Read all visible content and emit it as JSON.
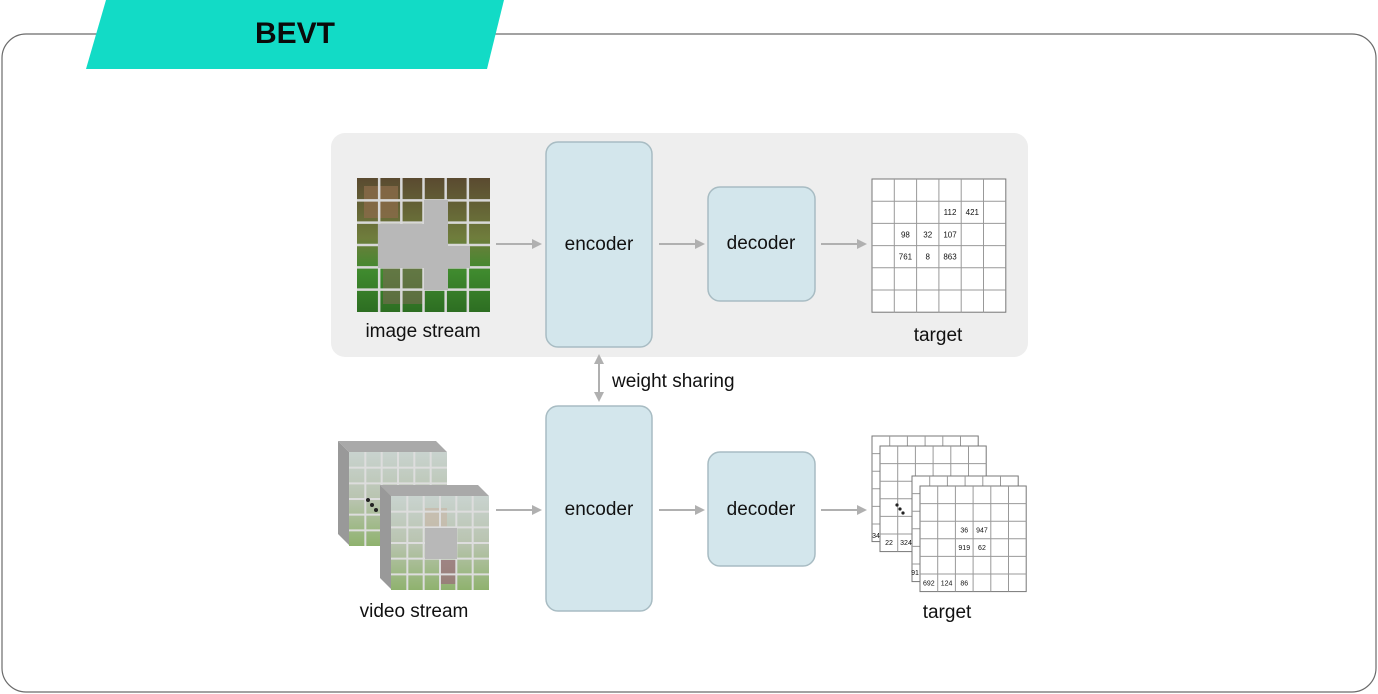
{
  "title": "BEVT",
  "colors": {
    "accent": "#12dbc6",
    "module_fill": "#d3e6ec",
    "module_stroke": "#a8bcc3",
    "panel_fill": "#eeeeee",
    "arrow": "#b0b0b0",
    "mask_gray": "#b8b8b8"
  },
  "image_row": {
    "input_label": "image stream",
    "encoder_label": "encoder",
    "decoder_label": "decoder",
    "target_label": "target",
    "target_cells": [
      {
        "row": 1,
        "col": 3,
        "value": "112"
      },
      {
        "row": 1,
        "col": 4,
        "value": "421"
      },
      {
        "row": 2,
        "col": 1,
        "value": "98"
      },
      {
        "row": 2,
        "col": 2,
        "value": "32"
      },
      {
        "row": 2,
        "col": 3,
        "value": "107"
      },
      {
        "row": 3,
        "col": 1,
        "value": "761"
      },
      {
        "row": 3,
        "col": 2,
        "value": "8"
      },
      {
        "row": 3,
        "col": 3,
        "value": "863"
      }
    ]
  },
  "weight_sharing_label": "weight sharing",
  "video_row": {
    "input_label": "video stream",
    "encoder_label": "encoder",
    "decoder_label": "decoder",
    "target_label": "target",
    "target_cells": [
      {
        "row": 2,
        "col": 2,
        "value": "36"
      },
      {
        "row": 2,
        "col": 3,
        "value": "947"
      },
      {
        "row": 3,
        "col": 2,
        "value": "919"
      },
      {
        "row": 3,
        "col": 3,
        "value": "62"
      },
      {
        "row": 5,
        "col": 0,
        "value": "692"
      },
      {
        "row": 5,
        "col": 1,
        "value": "124"
      },
      {
        "row": 5,
        "col": 2,
        "value": "86"
      }
    ],
    "back_cells": [
      {
        "row": 5,
        "col": 0,
        "value": "22"
      },
      {
        "row": 5,
        "col": 1,
        "value": "324"
      }
    ],
    "far_back_cells": [
      {
        "row": 5,
        "col": 0,
        "value": "34"
      }
    ],
    "edge_cells": [
      {
        "row": 7,
        "col": 0,
        "value": "91"
      }
    ]
  }
}
